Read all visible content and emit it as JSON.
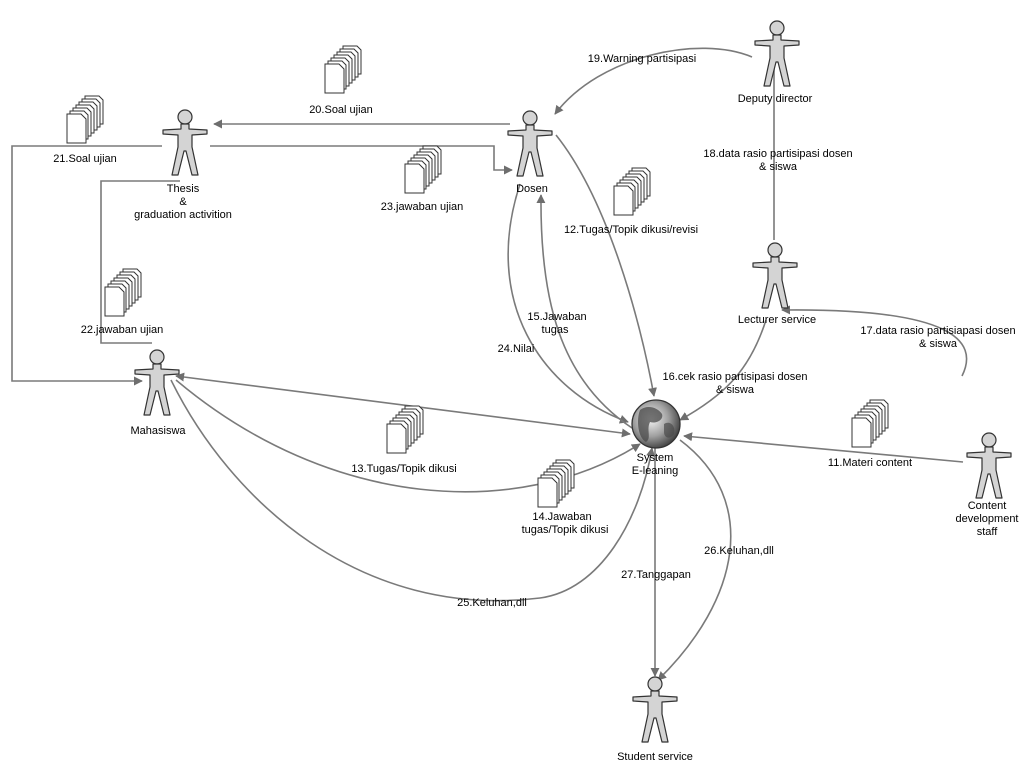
{
  "actors": {
    "deputy": "Deputy director",
    "thesis": [
      "Thesis",
      "&",
      "graduation activition"
    ],
    "dosen": "Dosen",
    "lecturer": "Lecturer service",
    "mahasiswa": "Mahasiswa",
    "content": [
      "Content",
      "development",
      "staff"
    ],
    "student": "Student service"
  },
  "system": [
    "System",
    "E-leaning"
  ],
  "edges": {
    "e19": "19.Warning partisipasi",
    "e20": "20.Soal ujian",
    "e21": "21.Soal ujian",
    "e23": "23.jawaban ujian",
    "e18": [
      "18.data rasio partisipasi dosen",
      "& siswa"
    ],
    "e12": "12.Tugas/Topik dikusi/revisi",
    "e22": "22.jawaban ujian",
    "e15": [
      "15.Jawaban",
      "tugas"
    ],
    "e24": "24.Nilai",
    "e17": [
      "17.data rasio partisiapasi dosen",
      "& siswa"
    ],
    "e16": [
      "16.cek rasio partisipasi dosen",
      "& siswa"
    ],
    "e13": "13.Tugas/Topik dikusi",
    "e11": "11.Materi content",
    "e14": [
      "14.Jawaban",
      "tugas/Topik dikusi"
    ],
    "e26": "26.Keluhan,dll",
    "e27": "27.Tanggapan",
    "e25": "25.Keluhan,dll"
  },
  "colors": {
    "line": "#7a7a7a",
    "actor_fill": "#d4d4d4",
    "doc_fill": "#ffffff",
    "globe_dark": "#5a5a5a",
    "globe_light": "#e8e8e8"
  },
  "icons": {
    "actor": "person-icon",
    "document": "document-stack-icon",
    "system": "globe-icon"
  }
}
